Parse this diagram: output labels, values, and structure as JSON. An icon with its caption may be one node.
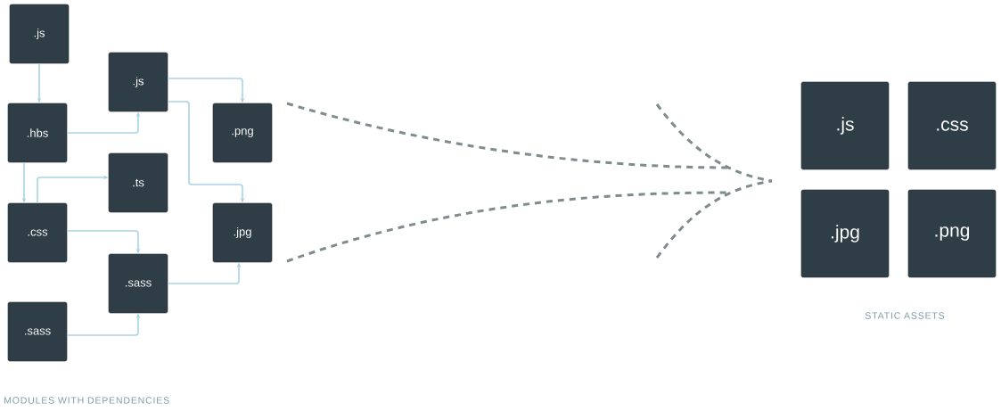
{
  "diagram": {
    "nodes": [
      {
        "text": [
          ".js"
        ]
      },
      {
        "text": [
          ".js"
        ]
      },
      {
        "text": [
          ".hbs"
        ]
      },
      {
        "text": [
          ".png"
        ]
      },
      {
        "text": [
          ".ts"
        ]
      },
      {
        "text": [
          ".css"
        ]
      },
      {
        "text": [
          ".jpg"
        ]
      },
      {
        "text": [
          ".sass"
        ]
      },
      {
        "text": [
          ".sass"
        ]
      },
      {
        "text": [
          ".js"
        ]
      },
      {
        "text": [
          ".css"
        ]
      },
      {
        "text": [
          ".jpg"
        ]
      },
      {
        "text": [
          ".png"
        ]
      }
    ],
    "edges": [
      {
        "from": 0,
        "to": 2,
        "arrow": "to"
      },
      {
        "from": 2,
        "to": 1,
        "arrow": "to"
      },
      {
        "from": 1,
        "to": 3,
        "arrow": "to"
      },
      {
        "from": 1,
        "to": 6,
        "arrow": "to"
      },
      {
        "from": 2,
        "to": 5,
        "arrow": "to"
      },
      {
        "from": 5,
        "to": 4,
        "arrow": "to"
      },
      {
        "from": 5,
        "to": 7,
        "arrow": "to"
      },
      {
        "from": 7,
        "to": 6,
        "arrow": "to"
      },
      {
        "from": 8,
        "to": 7,
        "arrow": "to"
      }
    ],
    "labels": [
      "MODULES WITH DEPENDENCIES",
      "STATIC ASSETS"
    ]
  }
}
